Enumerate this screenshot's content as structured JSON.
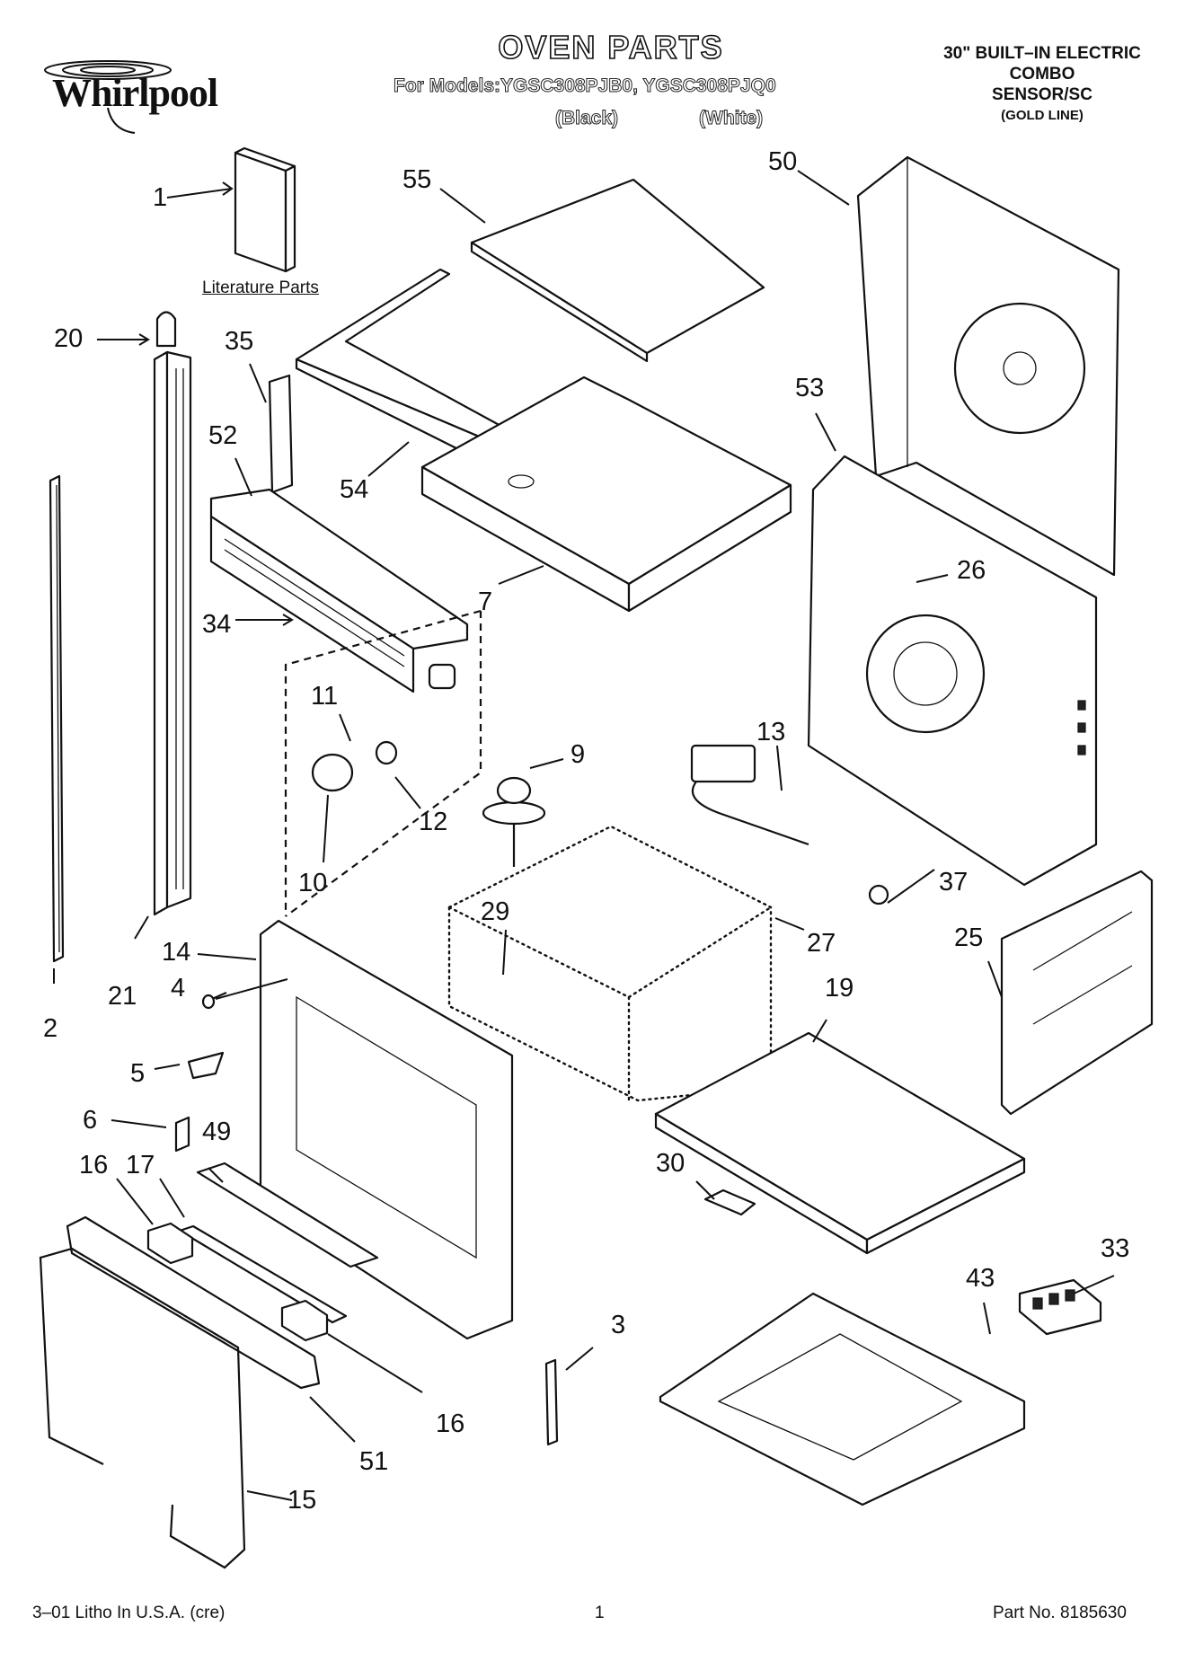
{
  "header": {
    "brand": "Whirlpool",
    "title": "OVEN PARTS",
    "models": "For Models:YGSC308PJB0, YGSC308PJQ0",
    "color_black": "(Black)",
    "color_white": "(White)",
    "appliance": [
      "30\" BUILT–IN ELECTRIC",
      "COMBO",
      "SENSOR/SC"
    ],
    "appliance_line": "(GOLD LINE)"
  },
  "literature_label": "Literature Parts",
  "callouts": {
    "c1": "1",
    "c20": "20",
    "c35": "35",
    "c52": "52",
    "c34": "34",
    "c2": "2",
    "c21": "21",
    "c55": "55",
    "c54": "54",
    "c7": "7",
    "c50": "50",
    "c53": "53",
    "c26": "26",
    "c11": "11",
    "c9": "9",
    "c12": "12",
    "c10": "10",
    "c13": "13",
    "c37": "37",
    "c29": "29",
    "c27": "27",
    "c14": "14",
    "c4": "4",
    "c5": "5",
    "c6": "6",
    "c49": "49",
    "c16a": "16",
    "c17": "17",
    "c16b": "16",
    "c51": "51",
    "c15": "15",
    "c3": "3",
    "c25": "25",
    "c19": "19",
    "c30": "30",
    "c43": "43",
    "c33": "33"
  },
  "footer": {
    "left": "3–01 Litho In U.S.A. (cre)",
    "page": "1",
    "part_no": "Part No. 8185630"
  }
}
